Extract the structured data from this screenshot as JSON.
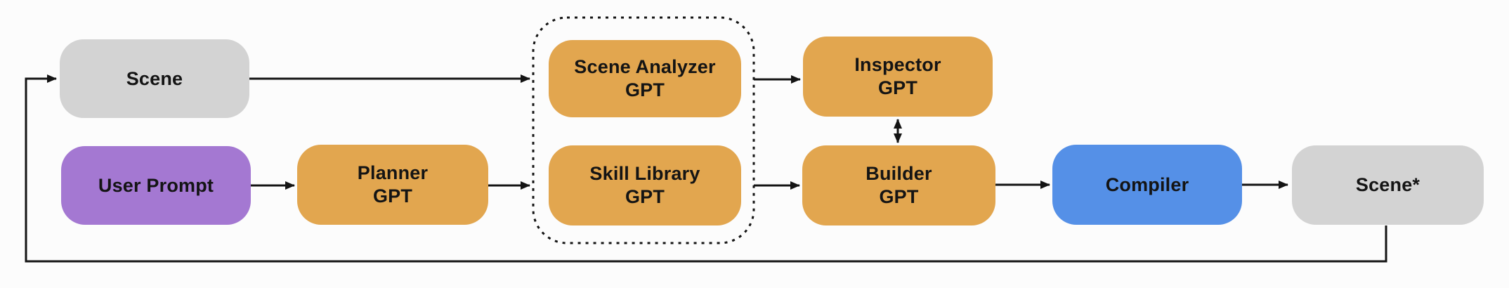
{
  "diagram": {
    "title": "Scene generation multi-agent GPT pipeline",
    "colors": {
      "module_orange": "#e2a64f",
      "input_purple": "#a478d2",
      "compiler_blue": "#5590e7",
      "scene_gray": "#d3d3d3",
      "line_black": "#141414",
      "background": "#fcfcfc"
    },
    "nodes": {
      "scene": {
        "label": "Scene",
        "color": "#d3d3d3"
      },
      "user_prompt": {
        "label": "User Prompt",
        "color": "#a478d2"
      },
      "planner": {
        "label": "Planner\nGPT",
        "color": "#e2a64f"
      },
      "scene_analyzer": {
        "label": "Scene Analyzer\nGPT",
        "color": "#e2a64f"
      },
      "skill_library": {
        "label": "Skill Library\nGPT",
        "color": "#e2a64f"
      },
      "inspector": {
        "label": "Inspector\nGPT",
        "color": "#e2a64f"
      },
      "builder": {
        "label": "Builder\nGPT",
        "color": "#e2a64f"
      },
      "compiler": {
        "label": "Compiler",
        "color": "#5590e7"
      },
      "scene_out": {
        "label": "Scene*",
        "color": "#d3d3d3"
      }
    },
    "groups": [
      {
        "name": "dashed-group",
        "members": [
          "scene_analyzer",
          "skill_library"
        ],
        "style": "dashed-rounded-outline"
      }
    ],
    "edges": [
      {
        "from": "scene",
        "to": "dashed-group",
        "bidirectional": false
      },
      {
        "from": "user_prompt",
        "to": "planner",
        "bidirectional": false
      },
      {
        "from": "planner",
        "to": "dashed-group",
        "bidirectional": false
      },
      {
        "from": "dashed-group",
        "to": "inspector",
        "bidirectional": false
      },
      {
        "from": "dashed-group",
        "to": "builder",
        "bidirectional": false
      },
      {
        "from": "inspector",
        "to": "builder",
        "bidirectional": true
      },
      {
        "from": "builder",
        "to": "compiler",
        "bidirectional": false
      },
      {
        "from": "compiler",
        "to": "scene_out",
        "bidirectional": false
      },
      {
        "from": "scene_out",
        "to": "scene",
        "bidirectional": false,
        "type": "feedback-loop"
      }
    ]
  }
}
